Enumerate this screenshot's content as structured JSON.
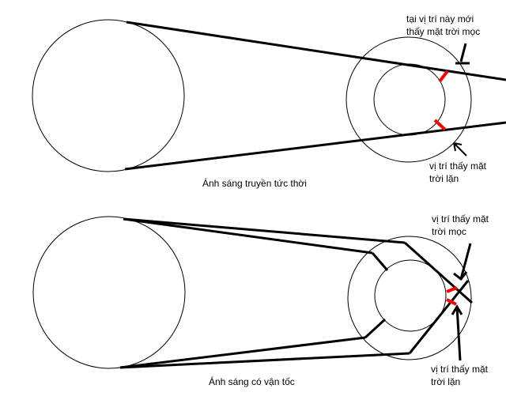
{
  "top_panel": {
    "sunrise_label_line1": "tại vị trí này mới",
    "sunrise_label_line2": "thấy mặt trời mọc",
    "sunset_label_line1": "vị trí thấy mặt",
    "sunset_label_line2": "trời lặn",
    "caption": "Ánh sáng truyền tức thời"
  },
  "bottom_panel": {
    "sunrise_label_line1": "vị trí thấy mặt",
    "sunrise_label_line2": "trời mọc",
    "sunset_label_line1": "vị trí thấy mặt",
    "sunset_label_line2": "trời lặn",
    "caption": "Ánh sáng có vận tốc"
  },
  "colors": {
    "ink": "#000000",
    "marker": "#ff0000",
    "background": "#ffffff"
  }
}
